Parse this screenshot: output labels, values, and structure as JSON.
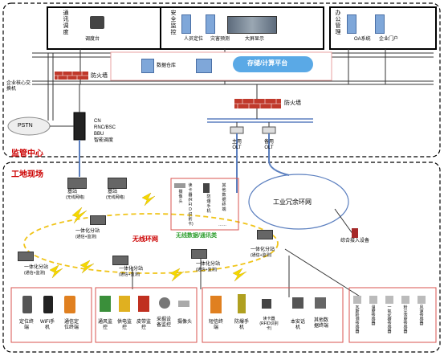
{
  "monitor_center": {
    "title": "监管中心",
    "dispatch": {
      "vertical_label": "通讯调度",
      "device": "调度台"
    },
    "security": {
      "vertical_label": "安全监控",
      "items": [
        "人员定位",
        "灾害预测",
        "大屏显示"
      ]
    },
    "office": {
      "vertical_label": "办公管理",
      "items": [
        "OA系统",
        "企业门户"
      ]
    },
    "database": "数据仓库",
    "cloud": "存储/计算平台",
    "firewall_top": "防火墙",
    "firewall_mid": "防火墙",
    "core_switch": "企业核心交换机",
    "pstn": "PSTN",
    "cn_stack": [
      "CN",
      "RNC/BSC",
      "BBU",
      "智能调度"
    ],
    "olt_primary": "主用OLT",
    "olt_backup": "备用OLT"
  },
  "site": {
    "title": "工地现场",
    "wireless_ring": "无线环网",
    "industrial_ring": "工业冗余环网",
    "integrated_access": "综合接入设备",
    "base_station": "基站",
    "base_station_sub": "(无线网络)",
    "integrated_substation": "一体化分站",
    "integrated_substation_sub": "(通信+监测)",
    "wireless_data_label": "无线数据/通讯类",
    "camera": "摄像头",
    "reader": "读卡器(RFID识别卡)",
    "explosion_phone": "防爆手机",
    "other_terminals": "其他数据终端",
    "dots": "……",
    "bottom_groups": [
      {
        "items": [
          "定位终端",
          "WiFi手机",
          "通信定位终端"
        ]
      },
      {
        "items": [
          "通风监控",
          "供电监控",
          "皮带监控",
          "采掘设备监控",
          "摄像头"
        ]
      },
      {
        "items": [
          "短信终端",
          "防爆手机",
          "读卡器(RFID识别卡)",
          "本安话机",
          "其他数据终端"
        ]
      },
      {
        "items": [
          "瓦斯检测传感器",
          "温度传感器",
          "一氧化碳传感器",
          "粉尘浓度传感器",
          "风速传感器"
        ]
      }
    ]
  }
}
